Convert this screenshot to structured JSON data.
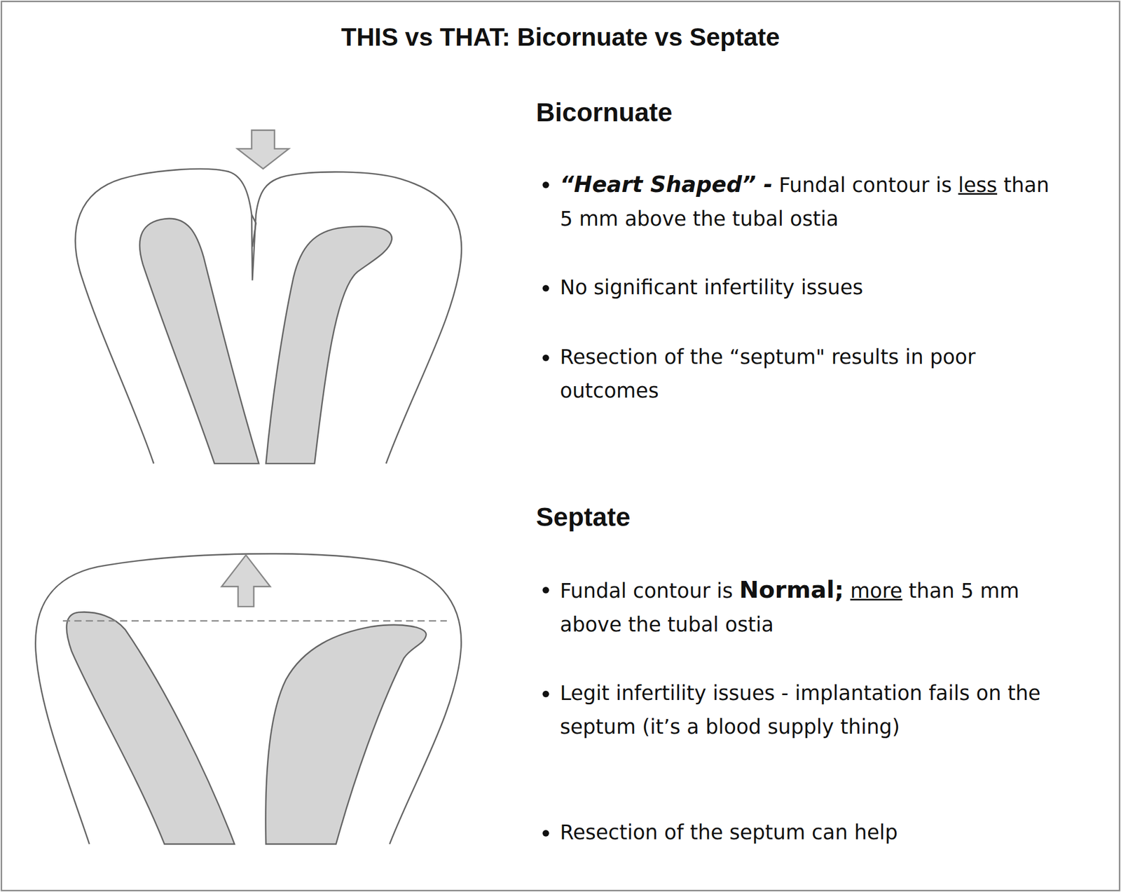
{
  "diagram": {
    "title": "THIS vs THAT: Bicornuate vs Septate",
    "labels": [
      "Bicornuate",
      "“Heart Shaped” -",
      "Fundal contour is",
      "less",
      "than 5 mm above the tubal ostia",
      "No significant infertility issues",
      "Resection of the “septum\" results in poor outcomes",
      "Septate",
      "Fundal contour is",
      "Normal;",
      "more",
      "than 5 mm above the tubal ostia",
      "Legit infertility issues - implantation fails on the septum (it’s a blood supply thing)",
      "Resection of the septum can help"
    ]
  }
}
